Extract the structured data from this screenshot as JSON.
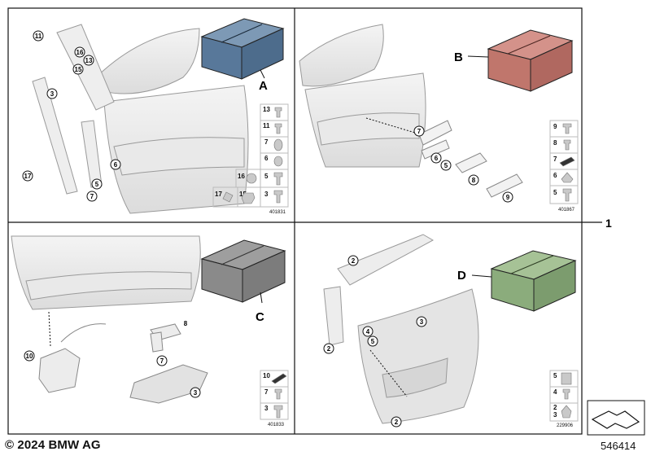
{
  "sections": [
    {
      "id": "A",
      "code": "401831"
    },
    {
      "id": "B",
      "code": "401867"
    },
    {
      "id": "C",
      "code": "401833"
    },
    {
      "id": "D",
      "code": "229906"
    }
  ],
  "main_ref": "1",
  "legend": {
    "A": [
      "13",
      "11",
      "7",
      "6",
      "16",
      "5",
      "15",
      "3",
      "17"
    ],
    "B": [
      "9",
      "8",
      "7",
      "6",
      "5"
    ],
    "C": [
      "10",
      "7",
      "3"
    ],
    "D": [
      "5",
      "4",
      "2",
      "3"
    ]
  },
  "callouts": {
    "A": [
      "11",
      "16",
      "13",
      "15",
      "3",
      "6",
      "5",
      "7",
      "17"
    ],
    "B": [
      "7",
      "6",
      "5",
      "8",
      "9"
    ],
    "C": [
      "8",
      "10",
      "7",
      "3"
    ],
    "D": [
      "2",
      "3",
      "4",
      "5",
      "2",
      "2"
    ]
  },
  "colors": {
    "A": "#5f7f9f",
    "B": "#c0766c",
    "C": "#8c8c8c",
    "D": "#8bac7c"
  },
  "footer": {
    "copyright": "© 2024 BMW AG",
    "diagram_number": "546414"
  }
}
